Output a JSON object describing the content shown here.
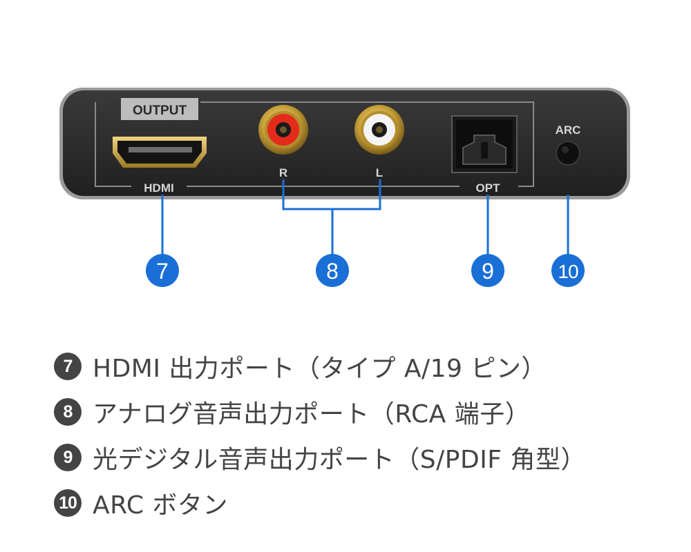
{
  "device": {
    "output_label": "OUTPUT",
    "hdmi_label": "HDMI",
    "rca_right_label": "R",
    "rca_left_label": "L",
    "optical_label": "OPT",
    "arc_label": "ARC"
  },
  "callouts": [
    {
      "number": "7"
    },
    {
      "number": "8"
    },
    {
      "number": "9"
    },
    {
      "number": "10"
    }
  ],
  "legend": [
    {
      "badge": "7",
      "text": "HDMI 出力ポート（タイプ A/19 ピン）"
    },
    {
      "badge": "8",
      "text": "アナログ音声出力ポート（RCA 端子）"
    },
    {
      "badge": "9",
      "text": "光デジタル音声出力ポート（S/PDIF 角型）"
    },
    {
      "badge": "10",
      "text": "ARC ボタン"
    }
  ],
  "colors": {
    "callout_blue": "#1a6fd6",
    "device_body": "#2d2d2e",
    "device_rim": "#8f8f8f",
    "rca_red": "#e32b1c",
    "rca_white": "#f4f4f4",
    "gold": "#c9a23a",
    "legend_text": "#444444"
  }
}
